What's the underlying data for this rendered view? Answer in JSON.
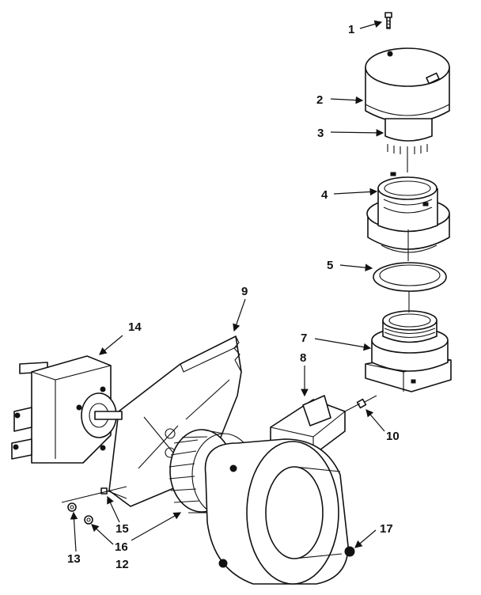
{
  "diagram": {
    "callouts": [
      {
        "id": "1",
        "label": "1"
      },
      {
        "id": "2",
        "label": "2"
      },
      {
        "id": "3",
        "label": "3"
      },
      {
        "id": "4",
        "label": "4"
      },
      {
        "id": "5",
        "label": "5"
      },
      {
        "id": "7",
        "label": "7"
      },
      {
        "id": "8",
        "label": "8"
      },
      {
        "id": "9",
        "label": "9"
      },
      {
        "id": "10",
        "label": "10"
      },
      {
        "id": "12",
        "label": "12"
      },
      {
        "id": "13",
        "label": "13"
      },
      {
        "id": "14",
        "label": "14"
      },
      {
        "id": "15",
        "label": "15"
      },
      {
        "id": "16",
        "label": "16"
      },
      {
        "id": "17",
        "label": "17"
      }
    ]
  }
}
